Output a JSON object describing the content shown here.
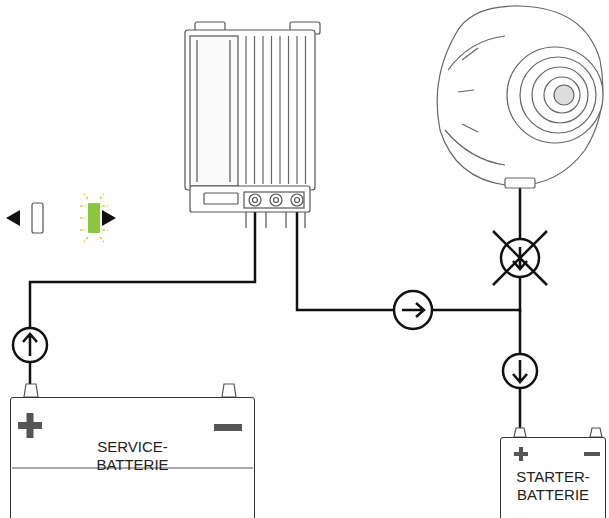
{
  "diagram": {
    "nodes": [
      {
        "text": [
          "SERVICE- BATTERIE"
        ]
      },
      {
        "text": [
          "STARTER- BATTERIE"
        ]
      }
    ],
    "edges": [
      {
        "from": 0,
        "to": 1,
        "arrow": "none"
      }
    ]
  }
}
